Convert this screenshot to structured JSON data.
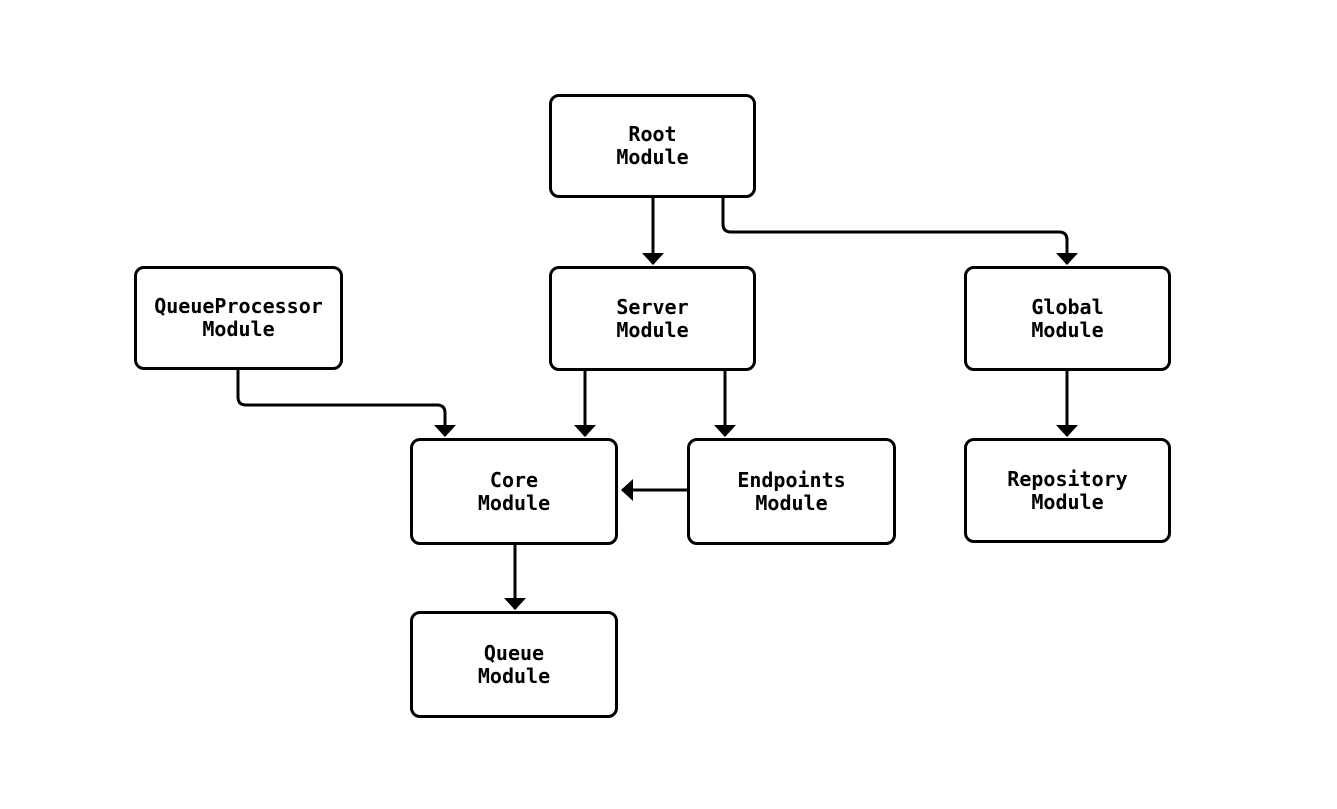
{
  "diagram": {
    "type": "module-dependency-diagram",
    "nodes": [
      {
        "id": "root",
        "label": "Root\nModule"
      },
      {
        "id": "queueprocessor",
        "label": "QueueProcessor\nModule"
      },
      {
        "id": "server",
        "label": "Server\nModule"
      },
      {
        "id": "global",
        "label": "Global\nModule"
      },
      {
        "id": "core",
        "label": "Core\nModule"
      },
      {
        "id": "endpoints",
        "label": "Endpoints\nModule"
      },
      {
        "id": "repository",
        "label": "Repository\nModule"
      },
      {
        "id": "queue",
        "label": "Queue\nModule"
      }
    ],
    "edges": [
      {
        "from": "Root Module",
        "to": "Server Module"
      },
      {
        "from": "Root Module",
        "to": "Global Module"
      },
      {
        "from": "QueueProcessor Module",
        "to": "Core Module"
      },
      {
        "from": "Server Module",
        "to": "Core Module"
      },
      {
        "from": "Server Module",
        "to": "Endpoints Module"
      },
      {
        "from": "Endpoints Module",
        "to": "Core Module"
      },
      {
        "from": "Global Module",
        "to": "Repository Module"
      },
      {
        "from": "Core Module",
        "to": "Queue Module"
      }
    ],
    "colors": {
      "background": "#ffffff",
      "node_fill": "#ffffff",
      "node_border": "#000000",
      "edge": "#000000",
      "text": "#000000"
    }
  }
}
